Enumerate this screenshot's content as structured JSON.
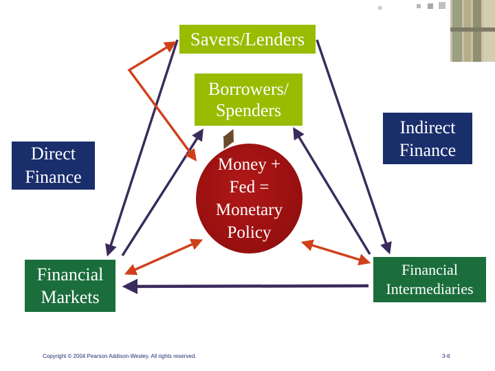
{
  "nodes": {
    "savers_lenders": "Savers/Lenders",
    "borrowers_spenders": "Borrowers/\nSpenders",
    "direct_finance": "Direct\nFinance",
    "indirect_finance": "Indirect\nFinance",
    "money_fed": "Money +\nFed =\nMonetary\nPolicy",
    "financial_markets": "Financial\nMarkets",
    "financial_intermediaries": "Financial\nIntermediaries"
  },
  "colors": {
    "green_box": "#99bb00",
    "navy_box": "#1a2e6c",
    "dark_green_box": "#1b6e3c",
    "money_circle": "#9a1010",
    "navy_arrow": "#3a2b5c",
    "red_arrow": "#d0401c"
  },
  "footer": {
    "copyright": "Copyright © 2004 Pearson Addison-Wesley. All rights reserved.",
    "page": "3-6"
  }
}
